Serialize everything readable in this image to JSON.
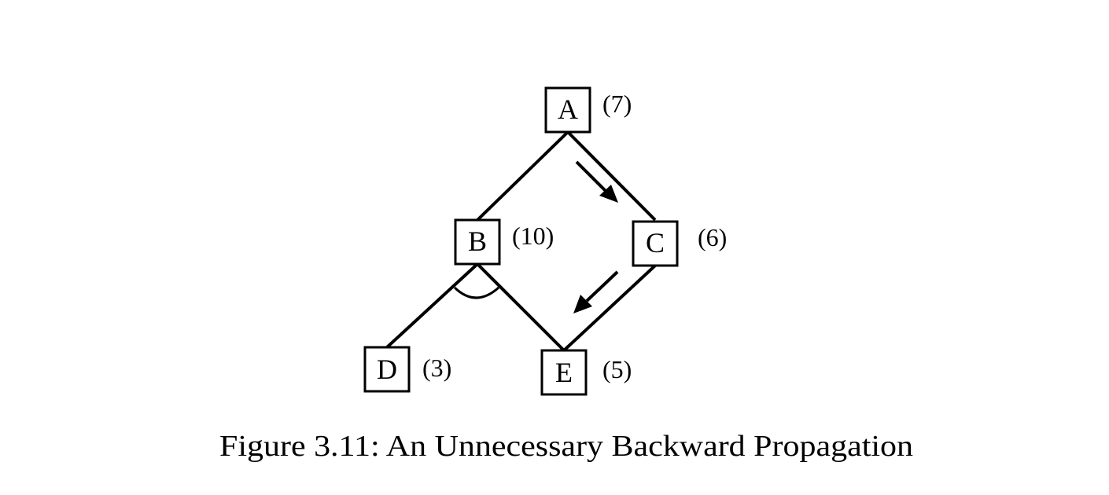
{
  "nodes": [
    {
      "id": "A",
      "label": "A",
      "cost": "(7)"
    },
    {
      "id": "B",
      "label": "B",
      "cost": "(10)"
    },
    {
      "id": "C",
      "label": "C",
      "cost": "(6)"
    },
    {
      "id": "D",
      "label": "D",
      "cost": "(3)"
    },
    {
      "id": "E",
      "label": "E",
      "cost": "(5)"
    }
  ],
  "edges": [
    {
      "from": "A",
      "to": "B"
    },
    {
      "from": "A",
      "to": "C"
    },
    {
      "from": "B",
      "to": "D"
    },
    {
      "from": "B",
      "to": "E"
    },
    {
      "from": "C",
      "to": "E"
    }
  ],
  "and_arcs": [
    {
      "node": "B",
      "joins": [
        "D",
        "E"
      ]
    }
  ],
  "propagation_arrows": [
    {
      "along": [
        "A",
        "C"
      ]
    },
    {
      "along": [
        "C",
        "E"
      ]
    }
  ],
  "caption": "Figure 3.11: An Unnecessary Backward Propagation"
}
